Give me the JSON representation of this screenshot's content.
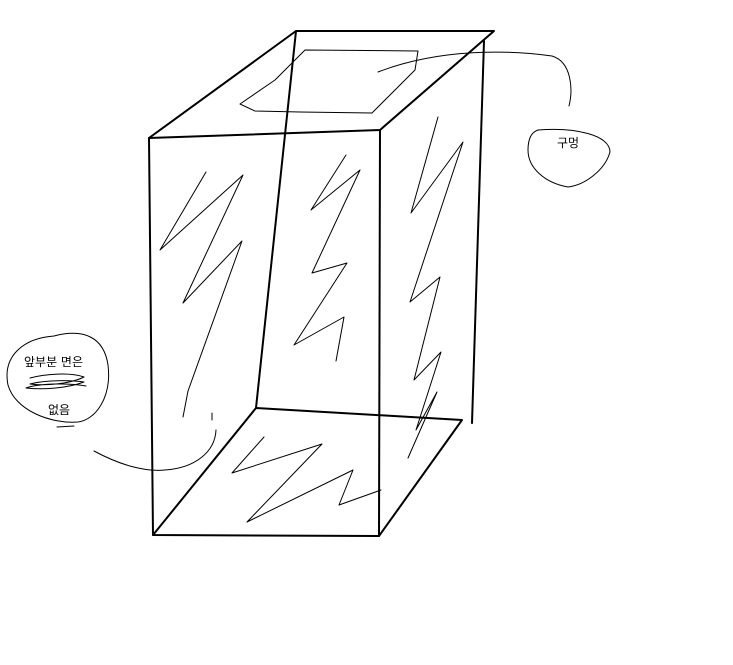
{
  "callouts": {
    "hole_label": "구멍",
    "front_note_line1": "앞부분 면은",
    "front_note_line2": "없음"
  },
  "colors": {
    "stroke": "#000000",
    "background": "#ffffff"
  }
}
